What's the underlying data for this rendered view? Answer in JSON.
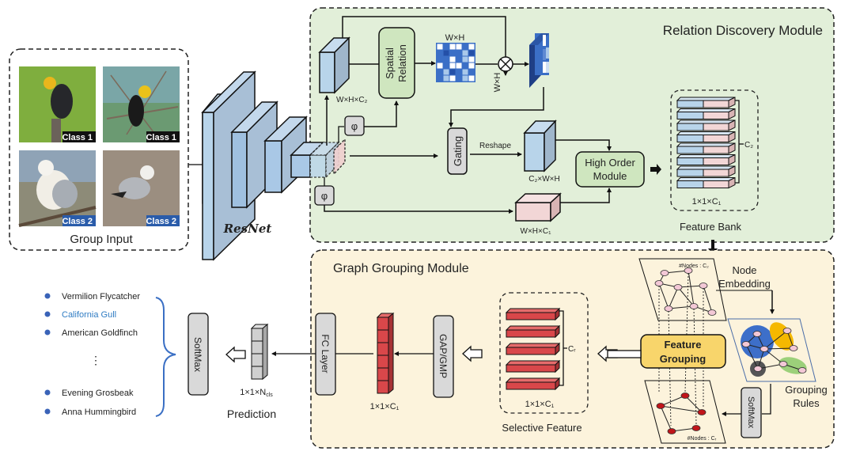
{
  "group_input": {
    "title": "Group Input",
    "images": [
      {
        "label": "Class 1",
        "subject": "yellow-headed blackbird on post",
        "label_color": "#000000"
      },
      {
        "label": "Class 1",
        "subject": "yellow-headed blackbird on branches",
        "label_color": "#000000"
      },
      {
        "label": "Class 2",
        "subject": "gull on rope",
        "label_color": "#2a5caa"
      },
      {
        "label": "Class 2",
        "subject": "gull on ground",
        "label_color": "#2a5caa"
      }
    ]
  },
  "backbone": {
    "label": "ResNet"
  },
  "relation_module": {
    "title": "Relation Discovery Module",
    "phi_top": "φ",
    "phi_bottom": "φ",
    "feat_top_label": "W×H×C₂",
    "spatial_relation": "Spatial Relation",
    "matrix_top_label": "W×H",
    "matrix_side_label": "W×H",
    "gating": "Gating",
    "reshape": "Reshape",
    "reshape_label": "C₂×W×H",
    "pink_label": "W×H×C₁",
    "high_order": [
      "High Order",
      "Module"
    ],
    "feature_bank": {
      "title": "Feature Bank",
      "dim_label": "1×1×C₁",
      "count_label": "C₂"
    }
  },
  "grouping_module": {
    "title": "Graph Grouping Module",
    "nodes_top": "#Nodes : C₂",
    "nodes_bottom": "#Nodes : Cᵣ",
    "node_embedding": [
      "Node",
      "Embedding"
    ],
    "grouping_rules": [
      "Grouping",
      "Rules"
    ],
    "feature_grouping": [
      "Feature",
      "Grouping"
    ],
    "softmax": "SoftMax",
    "selective_feature": {
      "title": "Selective Feature",
      "dim_label": "1×1×C₁",
      "count_label": "Cᵣ"
    },
    "gap_gmp": "GAP/GMP",
    "vector_label": "1×1×C₁",
    "fc_layer": "FC Layer"
  },
  "prediction": {
    "title": "Prediction",
    "vector_label": "1×1×N_cls",
    "softmax": "SoftMax",
    "classes": [
      {
        "name": "Vermilion Flycatcher",
        "highlight": false
      },
      {
        "name": "California Gull",
        "highlight": true
      },
      {
        "name": "American Goldfinch",
        "highlight": false
      },
      {
        "name": "⋮",
        "highlight": false
      },
      {
        "name": "Evening Grosbeak",
        "highlight": false
      },
      {
        "name": "Anna Hummingbird",
        "highlight": false
      }
    ],
    "highlight_color": "#2f7cc3",
    "bullet_color": "#3a63b8"
  },
  "colors": {
    "relation_bg": "#e2efd9",
    "grouping_bg": "#fcf3dc",
    "blue_feature": "#b8d4ea",
    "pink_feature": "#f2d6d6",
    "red_feature": "#d9474a",
    "green_box": "#cfe6bf",
    "yellow_box": "#f8d56b",
    "gray_box": "#d9d9d9"
  }
}
